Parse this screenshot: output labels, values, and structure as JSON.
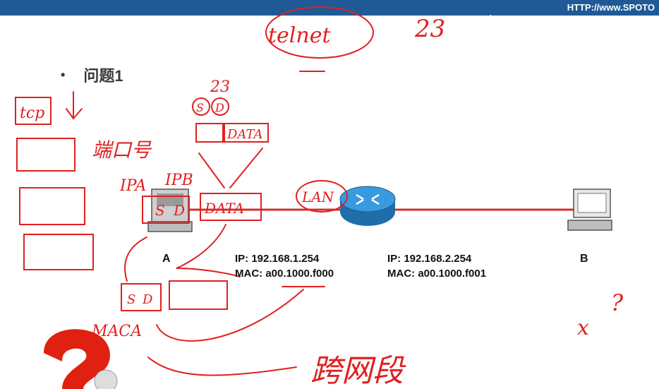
{
  "header": {
    "url": "HTTP://www.SPOTO"
  },
  "slide": {
    "bullet_title": "问题1"
  },
  "network": {
    "host_a": {
      "label": "A"
    },
    "host_b": {
      "label": "B"
    },
    "interface_left": {
      "ip": "IP: 192.168.1.254",
      "mac": "MAC: a00.1000.f000"
    },
    "interface_right": {
      "ip": "IP: 192.168.2.254",
      "mac": "MAC: a00.1000.f001"
    }
  },
  "annotations": {
    "telnet": "telnet",
    "num_23_top": "23",
    "num_23_small": "23",
    "tcp": "tcp",
    "duankou": "端口号",
    "ipa": "IPA",
    "ipb": "IPB",
    "s": "S",
    "d": "D",
    "data": "DATA",
    "lan": "LAN",
    "maca": "MACA",
    "kuawangduan": "跨网段",
    "x": "x",
    "question": "?"
  },
  "colors": {
    "header": "#1f5a96",
    "ink": "#e02020",
    "link": "#d03030",
    "router": "#2a86c8"
  }
}
